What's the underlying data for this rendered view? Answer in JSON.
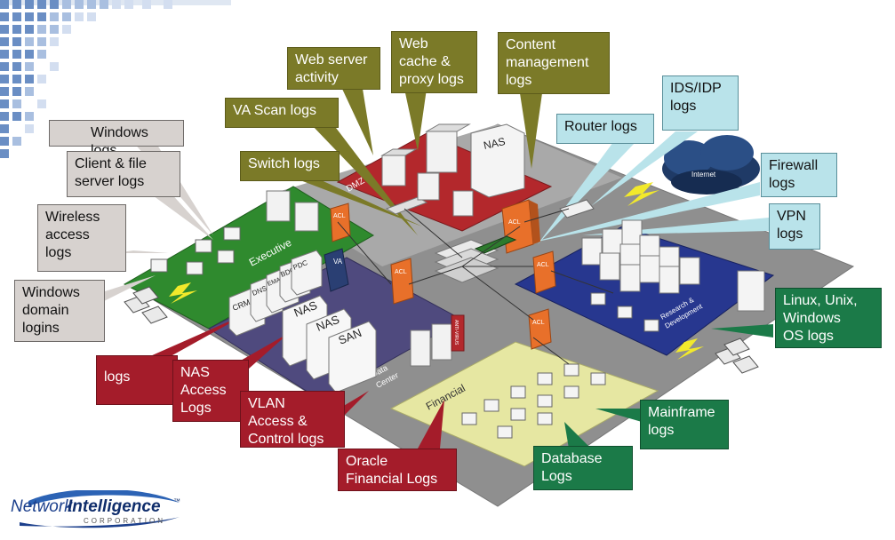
{
  "colors": {
    "olive": "#7b7a28",
    "light_blue": "#b9e3ea",
    "gray": "#d7d2cf",
    "dark_red": "#a41c2a",
    "green": "#1b7a48",
    "zone_green": "#2f8a2e",
    "zone_red": "#b3282c",
    "zone_blue": "#27378f",
    "zone_purple": "#4f4a7e",
    "zone_yellow": "#e6e7a2",
    "floor_gray": "#8f8f8f"
  },
  "callouts": {
    "web_server": "Web server\nactivity",
    "web_cache": "Web\ncache &\nproxy logs",
    "content_mgmt": "Content\nmanagement\nlogs",
    "va_scan": "VA Scan logs",
    "switch": "Switch logs",
    "ids_idp": "IDS/IDP\nlogs",
    "router": "Router logs",
    "firewall": "Firewall\nlogs",
    "vpn": "VPN\nlogs",
    "windows_logs": "Windows logs",
    "client_file": "Client & file\nserver logs",
    "wireless": "Wireless\naccess\nlogs",
    "windows_domain": "Windows\ndomain\nlogins",
    "linux": "Linux, Unix,\nWindows\nOS logs",
    "mainframe": "Mainframe\nlogs",
    "database": "Database\nLogs",
    "logs": "logs",
    "nas_access": "NAS\nAccess\nLogs",
    "vlan": "VLAN\nAccess &\nControl logs",
    "oracle": "Oracle\nFinancial Logs"
  },
  "diagram_labels": {
    "executive": "Executive",
    "data_center": "Data\nCenter",
    "financial": "Financial",
    "research": "Research &\nDevelopment",
    "internet": "Internet",
    "dmz": "DMZ",
    "nas_top": "NAS",
    "va": "VA",
    "acl": "ACL",
    "anti_virus": "ANTI-VIRUS",
    "nas1": "NAS",
    "nas2": "NAS",
    "san": "SAN",
    "crm": "CRM",
    "dns": "DNS",
    "email": "EMAIL",
    "bdc": "BDC",
    "pdc": "PDC"
  },
  "logo": {
    "word1": "Network",
    "word2": "Intelligence",
    "tm": "™",
    "sub": "CORPORATION"
  }
}
